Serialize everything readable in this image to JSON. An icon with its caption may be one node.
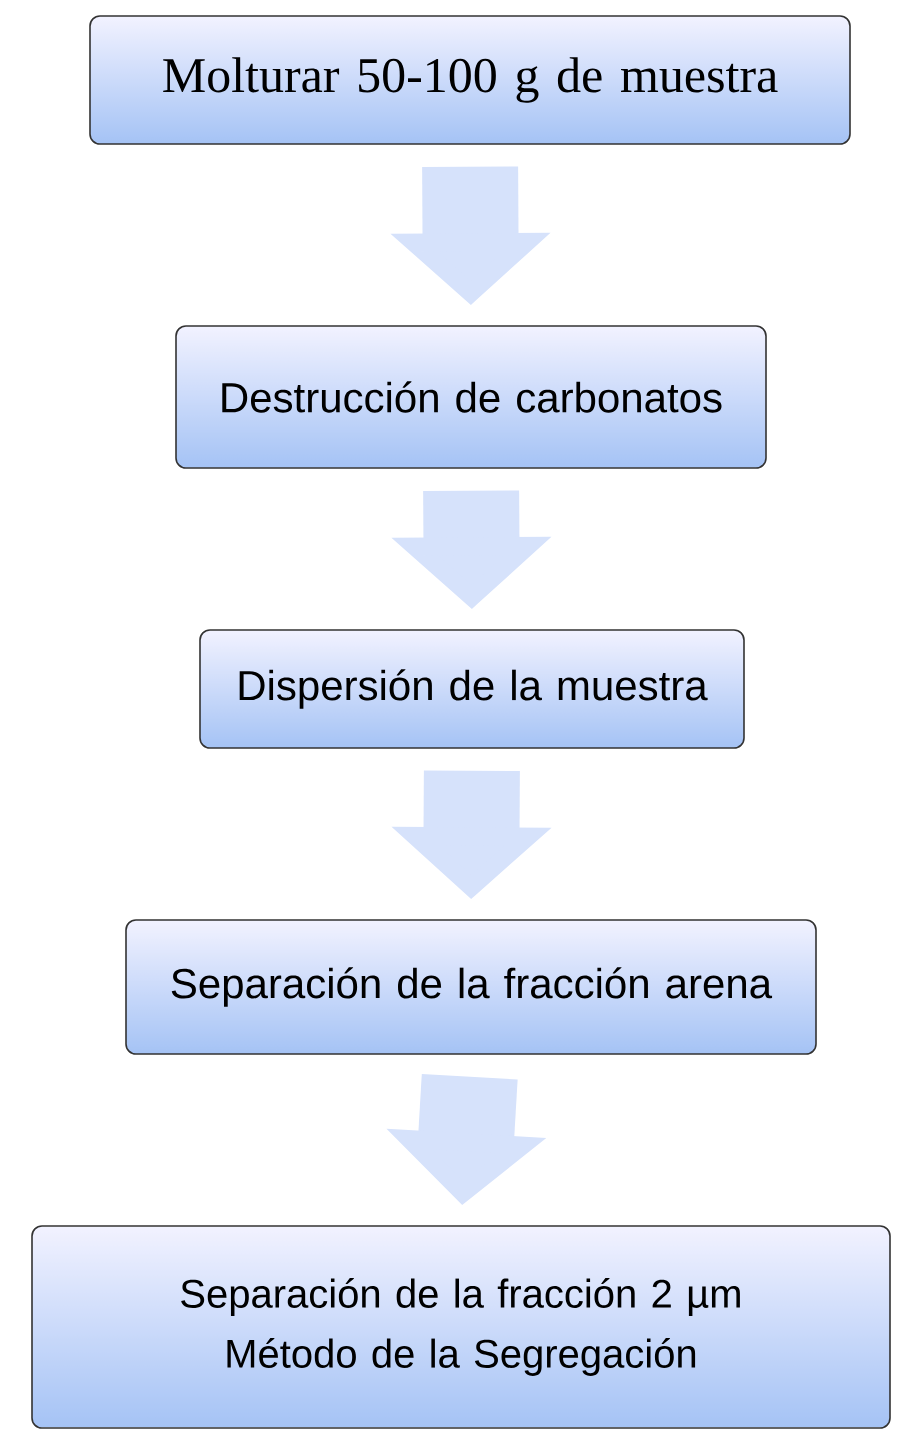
{
  "diagram": {
    "nodes": [
      {
        "text": [
          "Molturar 50-100 g de muestra"
        ]
      },
      {
        "text": [
          "Destrucción de carbonatos"
        ]
      },
      {
        "text": [
          "Dispersión de la muestra"
        ]
      },
      {
        "text": [
          "Separación de la fracción arena"
        ]
      },
      {
        "text": [
          "Separación de la fracción 2 µm",
          "Método de la Segregación"
        ]
      }
    ],
    "edges": [
      {
        "from": 0,
        "to": 1,
        "arrow": "to"
      },
      {
        "from": 1,
        "to": 2,
        "arrow": "to"
      },
      {
        "from": 2,
        "to": 3,
        "arrow": "to"
      },
      {
        "from": 3,
        "to": 4,
        "arrow": "to"
      }
    ]
  }
}
